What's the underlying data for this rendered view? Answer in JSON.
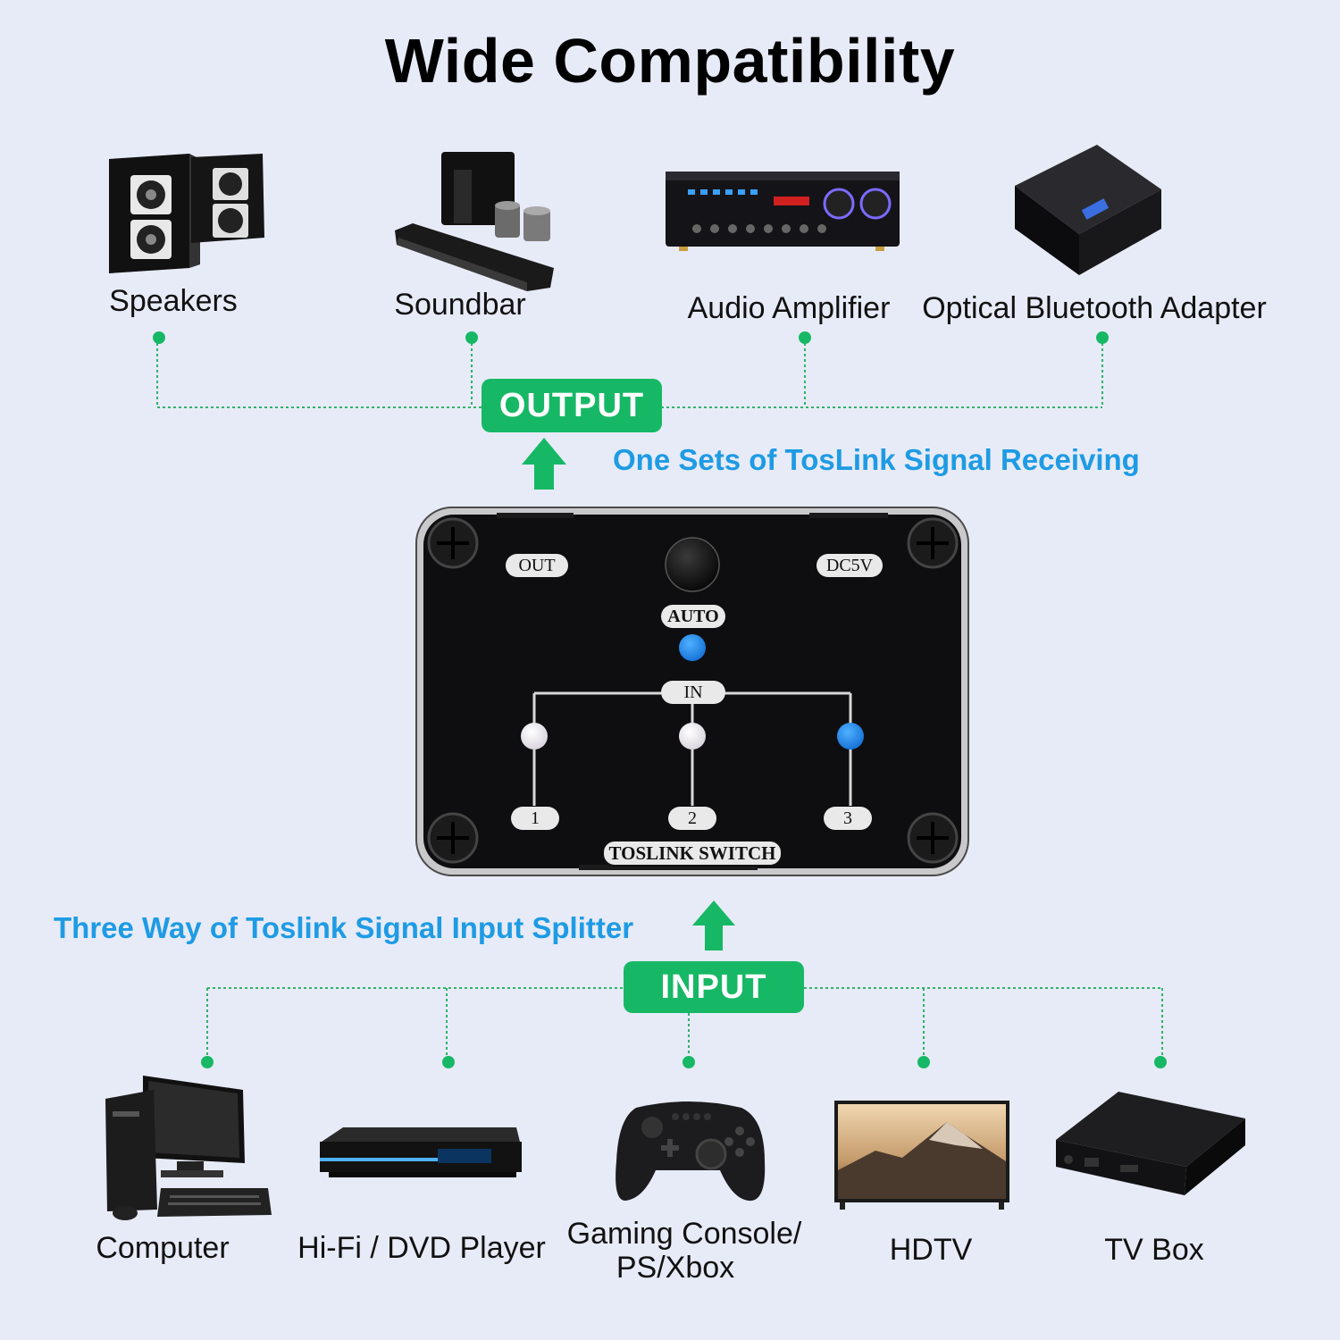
{
  "title": "Wide Compatibility",
  "output_devices": [
    {
      "label": "Speakers",
      "icon": "speakers-icon"
    },
    {
      "label": "Soundbar",
      "icon": "soundbar-icon"
    },
    {
      "label": "Audio Amplifier",
      "icon": "amplifier-icon"
    },
    {
      "label": "Optical Bluetooth Adapter",
      "icon": "bluetooth-adapter-icon"
    }
  ],
  "input_devices": [
    {
      "label": "Computer",
      "icon": "computer-icon"
    },
    {
      "label": "Hi-Fi / DVD Player",
      "icon": "dvd-player-icon"
    },
    {
      "label_line1": "Gaming Console/",
      "label_line2": "PS/Xbox",
      "icon": "gamepad-icon"
    },
    {
      "label": "HDTV",
      "icon": "tv-icon"
    },
    {
      "label": "TV Box",
      "icon": "tv-box-icon"
    }
  ],
  "output_badge": "OUTPUT",
  "input_badge": "INPUT",
  "output_caption": "One Sets of TosLink Signal Receiving",
  "input_caption": "Three Way of Toslink Signal Input Splitter",
  "device": {
    "out_label": "OUT",
    "power_label": "DC5V",
    "auto_label": "AUTO",
    "in_label": "IN",
    "port_labels": [
      "1",
      "2",
      "3"
    ],
    "name_plate": "TOSLINK SWITCH"
  },
  "colors": {
    "background": "#e7ebf7",
    "accent_green": "#17b865",
    "caption_blue": "#1e9be4",
    "led_blue": "#1a7fe0"
  }
}
